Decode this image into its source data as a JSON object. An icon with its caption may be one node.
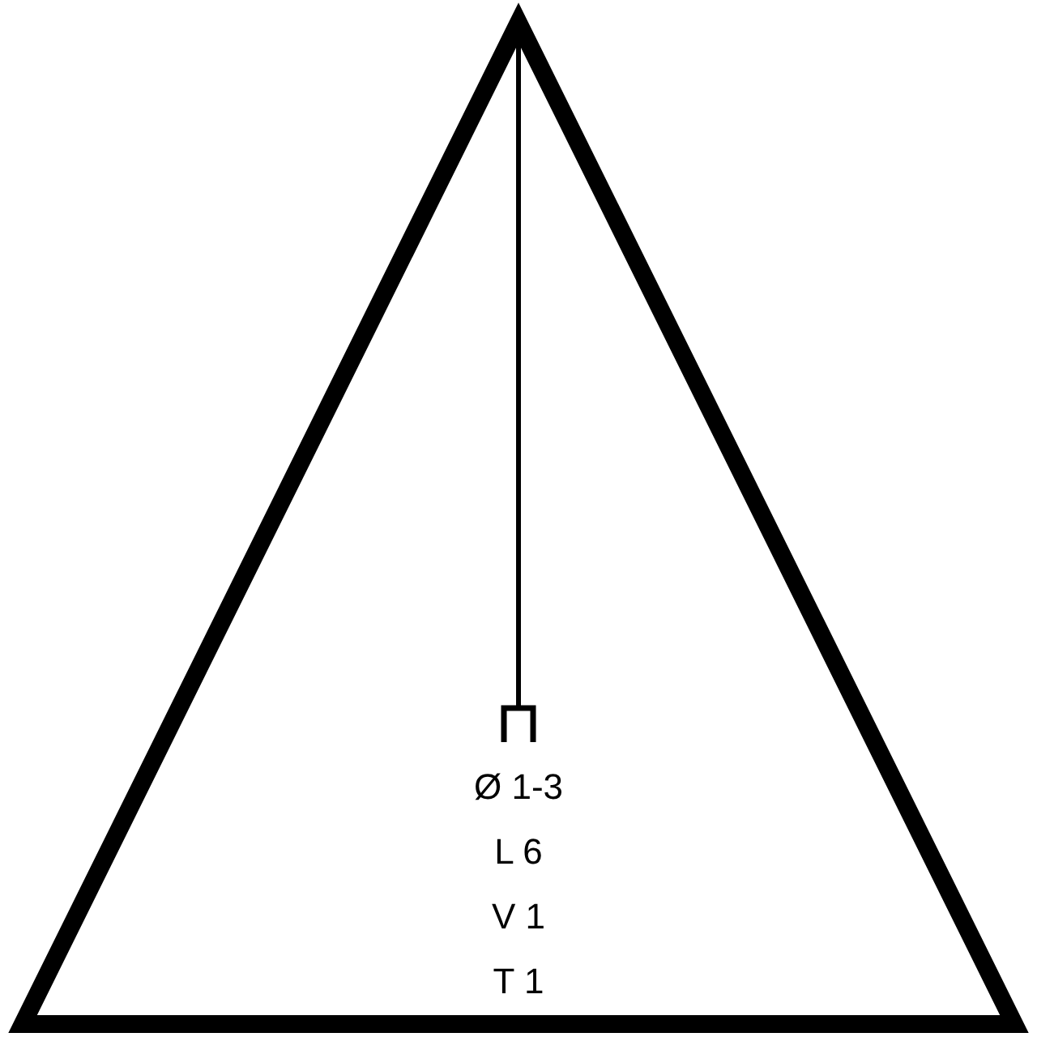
{
  "diagram": {
    "nodes": [
      {
        "text": [
          "Ø 1-3",
          "L 6",
          "V 1",
          "T 1"
        ]
      }
    ]
  }
}
